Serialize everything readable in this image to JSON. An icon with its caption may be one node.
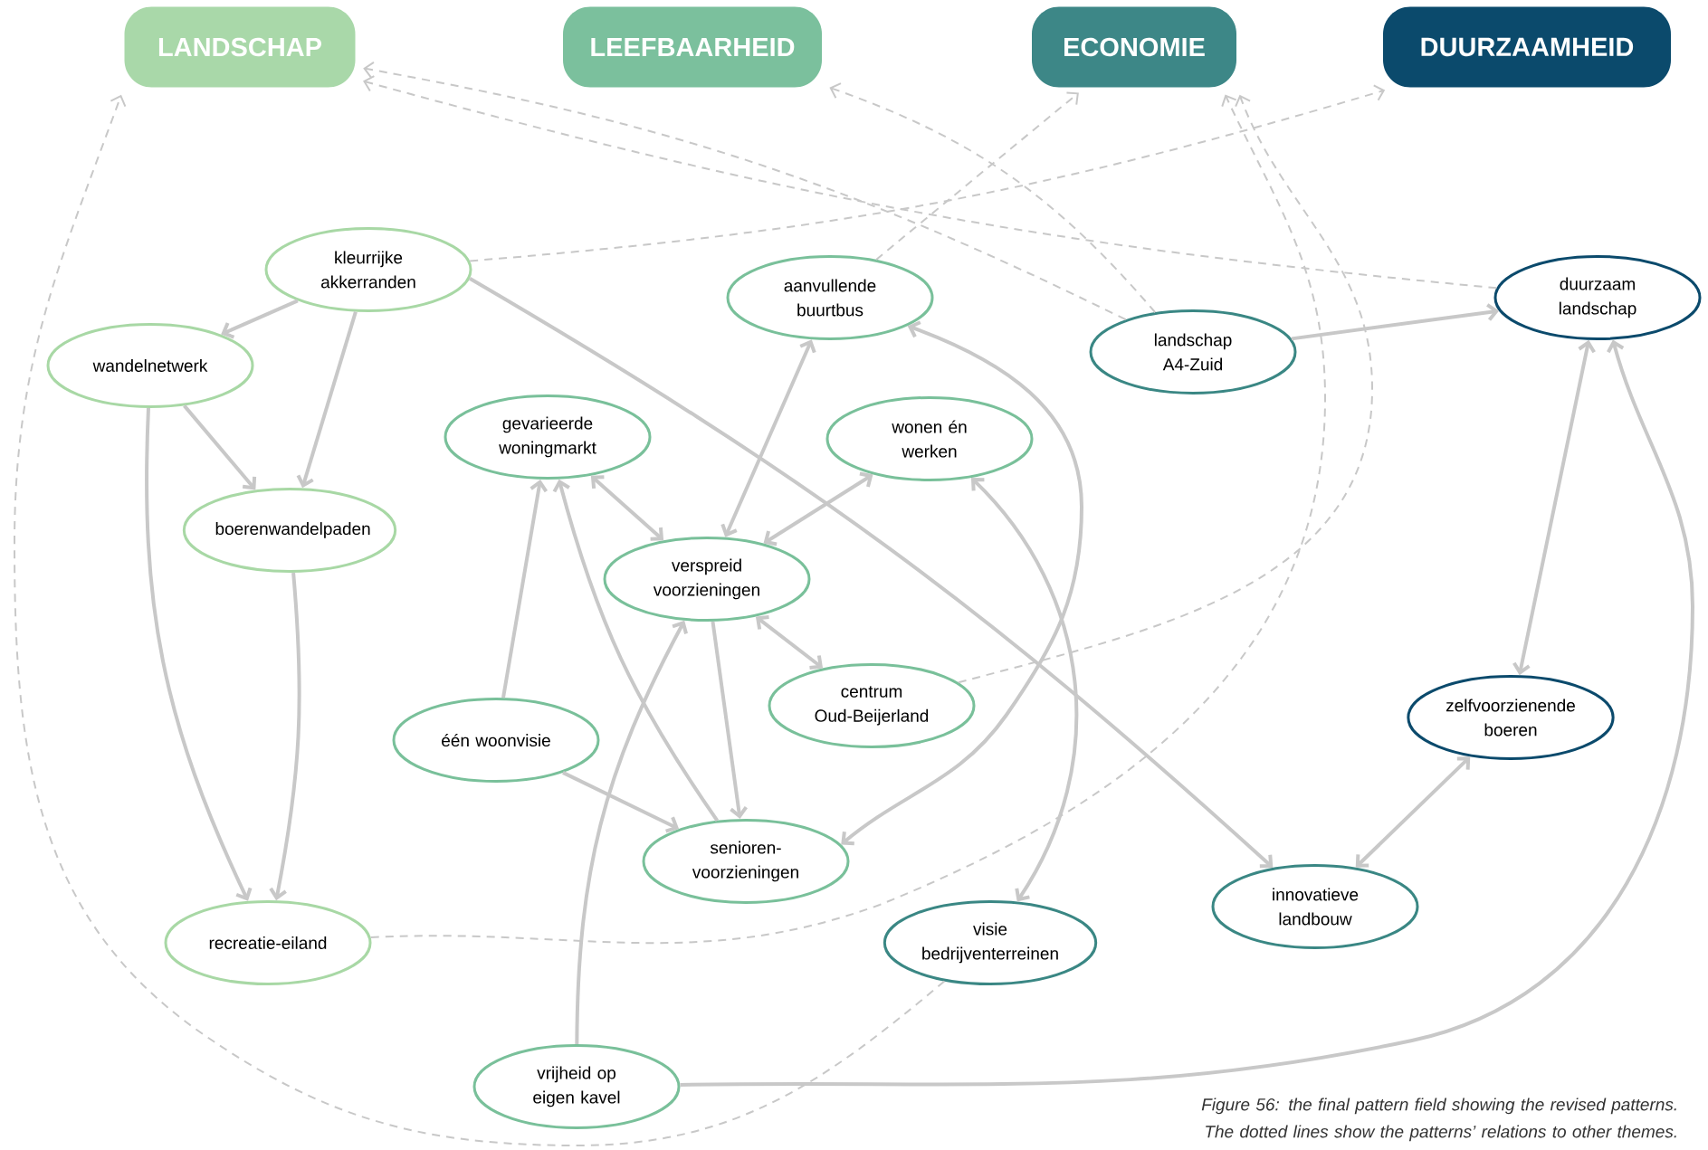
{
  "diagram": {
    "nodes": [
      {
        "text": [
          "LANDSCHAP"
        ]
      },
      {
        "text": [
          "LEEFBAARHEID"
        ]
      },
      {
        "text": [
          "ECONOMIE"
        ]
      },
      {
        "text": [
          "DUURZAAMHEID"
        ]
      },
      {
        "text": [
          "kleurrijke akkerranden"
        ]
      },
      {
        "text": [
          "wandelnetwerk"
        ]
      },
      {
        "text": [
          "boerenwandelpaden"
        ]
      },
      {
        "text": [
          "recreatie-eiland"
        ]
      },
      {
        "text": [
          "aanvullende buurtbus"
        ]
      },
      {
        "text": [
          "gevarieerde woningmarkt"
        ]
      },
      {
        "text": [
          "wonen én werken"
        ]
      },
      {
        "text": [
          "verspreid voorzieningen"
        ]
      },
      {
        "text": [
          "centrum Oud-Beijerland"
        ]
      },
      {
        "text": [
          "één woonvisie"
        ]
      },
      {
        "text": [
          "senioren-voorzieningen"
        ]
      },
      {
        "text": [
          "vrijheid op eigen kavel"
        ]
      },
      {
        "text": [
          "visie bedrijventerreinen"
        ]
      },
      {
        "text": [
          "landschap A4-Zuid"
        ]
      },
      {
        "text": [
          "innovatieve landbouw"
        ]
      },
      {
        "text": [
          "duurzaam landschap"
        ]
      },
      {
        "text": [
          "zelfvoorzienende boeren"
        ]
      }
    ],
    "edges": [
      {
        "from": 4,
        "to": 5,
        "arrow": "to"
      },
      {
        "from": 4,
        "to": 6,
        "arrow": "to"
      },
      {
        "from": 5,
        "to": 6,
        "arrow": "to"
      },
      {
        "from": 5,
        "to": 7,
        "arrow": "to"
      },
      {
        "from": 6,
        "to": 7,
        "arrow": "to"
      },
      {
        "from": 4,
        "to": 18,
        "arrow": "to"
      },
      {
        "from": 8,
        "to": 11,
        "arrow": "both"
      },
      {
        "from": 9,
        "to": 11,
        "arrow": "both"
      },
      {
        "from": 10,
        "to": 11,
        "arrow": "both"
      },
      {
        "from": 11,
        "to": 12,
        "arrow": "both"
      },
      {
        "from": 11,
        "to": 14,
        "arrow": "to"
      },
      {
        "from": 13,
        "to": 9,
        "arrow": "to"
      },
      {
        "from": 14,
        "to": 9,
        "arrow": "to"
      },
      {
        "from": 13,
        "to": 14,
        "arrow": "to"
      },
      {
        "from": 15,
        "to": 11,
        "arrow": "to"
      },
      {
        "from": 14,
        "to": 8,
        "arrow": "both"
      },
      {
        "from": 16,
        "to": 10,
        "arrow": "both"
      },
      {
        "from": 17,
        "to": 19,
        "arrow": "to"
      },
      {
        "from": 19,
        "to": 20,
        "arrow": "both"
      },
      {
        "from": 20,
        "to": 18,
        "arrow": "both"
      },
      {
        "from": 15,
        "to": 19,
        "arrow": "to"
      },
      {
        "from": 4,
        "to": 3,
        "arrow": "to",
        "style": "dashed"
      },
      {
        "from": 8,
        "to": 2,
        "arrow": "to",
        "style": "dashed"
      },
      {
        "from": 17,
        "to": 1,
        "arrow": "to",
        "style": "dashed"
      },
      {
        "from": 17,
        "to": 0,
        "arrow": "to",
        "style": "dashed"
      },
      {
        "from": 19,
        "to": 0,
        "arrow": "to",
        "style": "dashed"
      },
      {
        "from": 12,
        "to": 2,
        "arrow": "to",
        "style": "dashed"
      },
      {
        "from": 7,
        "to": 2,
        "arrow": "to",
        "style": "dashed"
      },
      {
        "from": 16,
        "to": 0,
        "arrow": "to",
        "style": "dashed"
      }
    ],
    "caption": "Figure 56: the final pattern field showing the revised patterns. The dotted lines show the patterns’ relations to other themes."
  }
}
